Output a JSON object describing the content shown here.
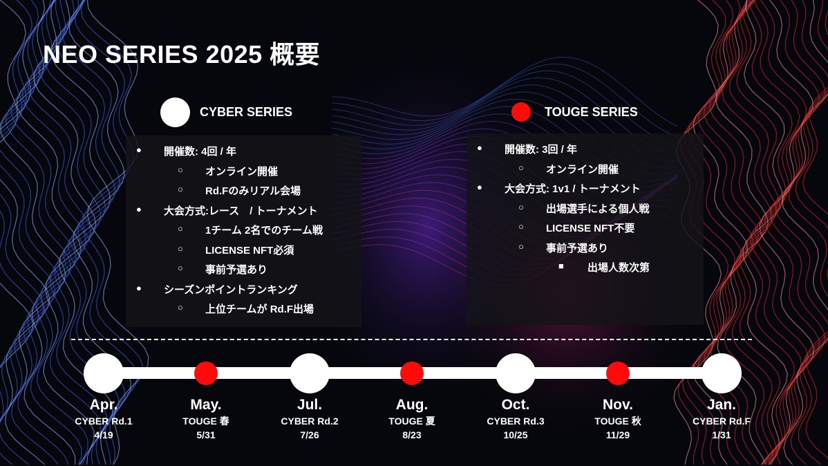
{
  "title": "NEO SERIES 2025 概要",
  "cyber": {
    "heading": "CYBER SERIES",
    "dot_color": "#ffffff",
    "items": [
      {
        "level": 1,
        "text": "開催数: 4回 / 年"
      },
      {
        "level": 2,
        "text": "オンライン開催"
      },
      {
        "level": 2,
        "text": "Rd.Fのみリアル会場"
      },
      {
        "level": 1,
        "text": "大会方式:レース　/ トーナメント"
      },
      {
        "level": 2,
        "text": "1チーム 2名でのチーム戦"
      },
      {
        "level": 2,
        "text": "LICENSE NFT必須"
      },
      {
        "level": 2,
        "text": "事前予選あり"
      },
      {
        "level": 1,
        "text": "シーズンポイントランキング"
      },
      {
        "level": 2,
        "text": "上位チームが Rd.F出場"
      }
    ]
  },
  "touge": {
    "heading": "TOUGE SERIES",
    "dot_color": "#ff0a0a",
    "items": [
      {
        "level": 1,
        "text": "開催数: 3回 / 年"
      },
      {
        "level": 2,
        "text": "オンライン開催"
      },
      {
        "level": 1,
        "text": "大会方式: 1v1 / トーナメント"
      },
      {
        "level": 2,
        "text": "出場選手による個人戦"
      },
      {
        "level": 2,
        "text": "LICENSE NFT不要"
      },
      {
        "level": 2,
        "text": "事前予選あり"
      },
      {
        "level": 3,
        "text": "出場人数次第"
      }
    ]
  },
  "bullets": {
    "1": "●",
    "2": "○",
    "3": "■"
  },
  "timeline": [
    {
      "type": "cyber",
      "month": "Apr.",
      "event": "CYBER Rd.1",
      "date": "4/19"
    },
    {
      "type": "touge",
      "month": "May.",
      "event": "TOUGE 春",
      "date": "5/31"
    },
    {
      "type": "cyber",
      "month": "Jul.",
      "event": "CYBER Rd.2",
      "date": "7/26"
    },
    {
      "type": "touge",
      "month": "Aug.",
      "event": "TOUGE 夏",
      "date": "8/23"
    },
    {
      "type": "cyber",
      "month": "Oct.",
      "event": "CYBER Rd.3",
      "date": "10/25"
    },
    {
      "type": "touge",
      "month": "Nov.",
      "event": "TOUGE 秋",
      "date": "11/29"
    },
    {
      "type": "cyber",
      "month": "Jan.",
      "event": "CYBER Rd.F",
      "date": "1/31"
    }
  ]
}
